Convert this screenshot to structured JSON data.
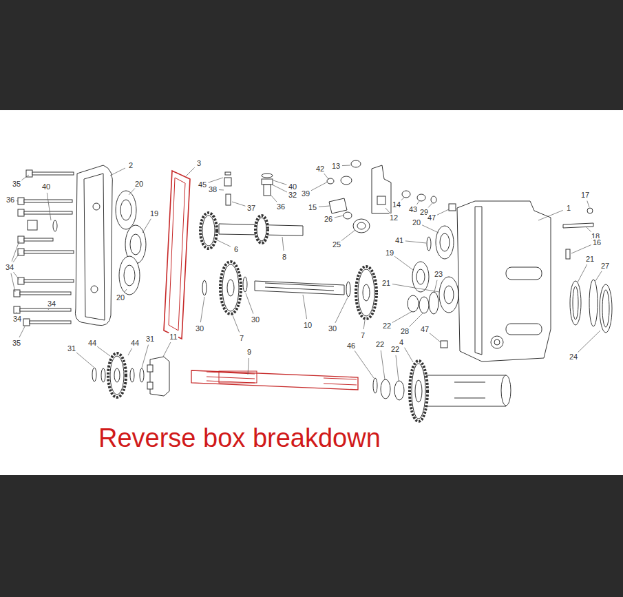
{
  "diagram": {
    "caption": "Reverse box breakdown",
    "labels": [
      "2",
      "3",
      "42",
      "13",
      "35",
      "40",
      "20",
      "45",
      "38",
      "40",
      "32",
      "39",
      "17",
      "36",
      "14",
      "36",
      "15",
      "37",
      "1",
      "43",
      "29",
      "19",
      "12",
      "47",
      "26",
      "20",
      "18",
      "41",
      "16",
      "25",
      "6",
      "19",
      "8",
      "21",
      "27",
      "34",
      "23",
      "21",
      "20",
      "34",
      "34",
      "30",
      "10",
      "22",
      "30",
      "30",
      "47",
      "28",
      "7",
      "11",
      "7",
      "31",
      "4",
      "35",
      "44",
      "44",
      "46",
      "22",
      "31",
      "22",
      "9",
      "24"
    ]
  }
}
